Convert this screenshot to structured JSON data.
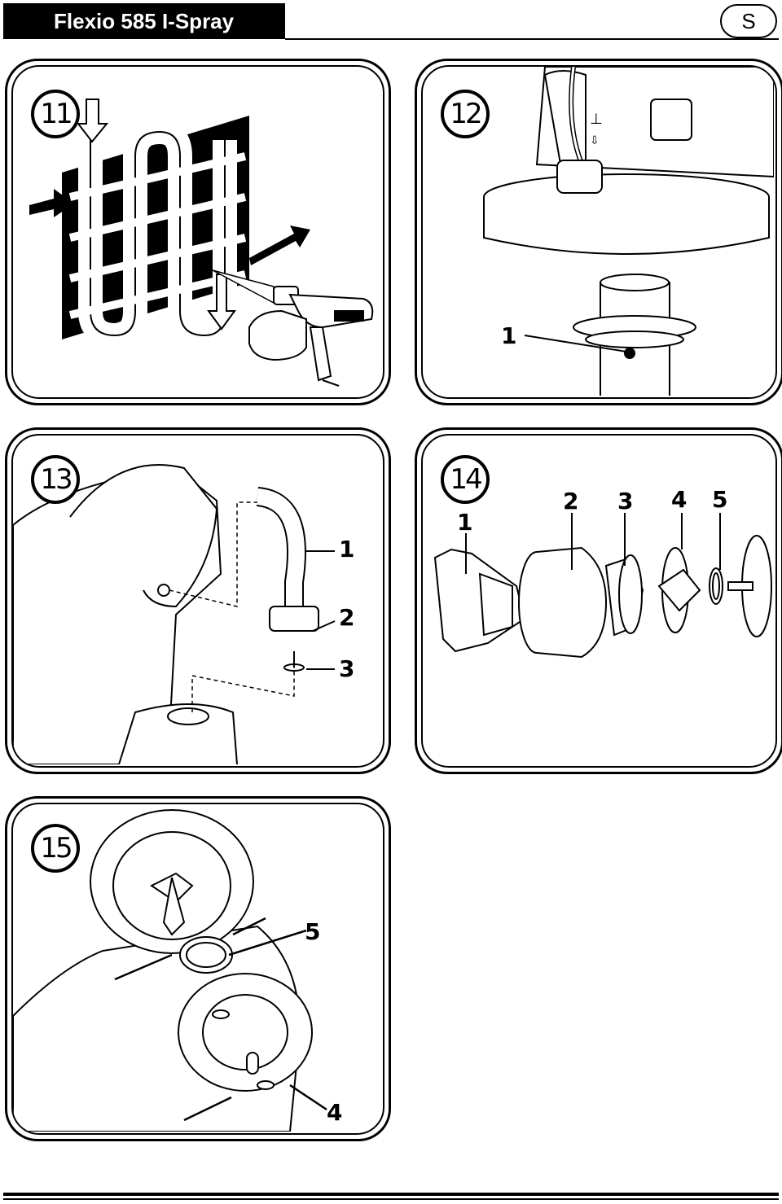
{
  "header": {
    "title": "Flexio 585 I-Spray",
    "language_code": "S"
  },
  "panels": [
    {
      "step": "11",
      "callouts": []
    },
    {
      "step": "12",
      "callouts": [
        "1"
      ]
    },
    {
      "step": "13",
      "callouts": [
        "1",
        "2",
        "3"
      ]
    },
    {
      "step": "14",
      "callouts": [
        "1",
        "2",
        "3",
        "4",
        "5"
      ]
    },
    {
      "step": "15",
      "callouts": [
        "5",
        "4"
      ]
    }
  ],
  "colors": {
    "ink": "#000000",
    "paper": "#ffffff"
  }
}
